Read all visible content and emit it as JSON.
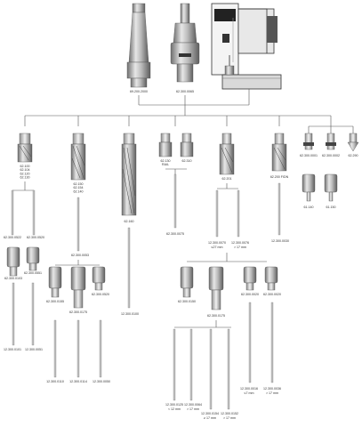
{
  "top": {
    "arbor_label": "69.200.2000",
    "adapter_label": "62.300.0065",
    "machine_label": ""
  },
  "groups": [
    {
      "id": "g1",
      "cutter_label": "62.100\n62.104\n62.120\n62.130",
      "sub_labels": [
        "62.300.0522",
        "62.300.0520"
      ],
      "sub_labels2": [
        "62.300.0103",
        "62.300.0551"
      ],
      "pin_labels": [
        "12.300.0101",
        "12.300.0051"
      ]
    },
    {
      "id": "g2",
      "cutter_label": "62.150\n62.154\n62.140",
      "sub_labels": [
        "62.300.0053"
      ],
      "sub_labels2": [
        "62.300.0155",
        "62.300.0175",
        "62.300.0520"
      ],
      "pin_labels": [
        "12.300.0110",
        "12.300.0114",
        "12.300.0050"
      ]
    },
    {
      "id": "g3",
      "cutter_label": "62.160",
      "pin_labels": [
        "12.300.0100"
      ]
    },
    {
      "id": "g4",
      "cutter_label": "62.130",
      "cutter_label_b": "RAIL",
      "cutter_label_c": "62.310",
      "pin_labels": [
        "62.300.0075"
      ]
    },
    {
      "id": "g5",
      "cutter_label": "62.201",
      "pin_labels": [
        "12.300.0070",
        "12.300.0076"
      ],
      "pin_notes": [
        "≤27 mm",
        "> 17 mm"
      ],
      "sub_labels": [
        "62.300.0150",
        "62.300.0175"
      ],
      "sub_pin_labels": [
        "12.300.0125",
        "12.300.0064",
        "12.300.0154",
        "12.300.0152"
      ],
      "sub_pin_notes": [
        "< 12 mm",
        "> 17 mm",
        "≥ 17 mm",
        "> 17 mm"
      ],
      "sub_labels_b": [
        "62.300.0020",
        "62.300.0020"
      ],
      "sub_pin_labels_b": [
        "12.300.0016",
        "12.300.0036"
      ],
      "sub_pin_notes_b": [
        "≤7 mm",
        "> 17 mm"
      ]
    },
    {
      "id": "g6",
      "cutter_label": "62.200 FIDN",
      "pin_labels": [
        "12.300.0030"
      ]
    },
    {
      "id": "g7",
      "items": [
        {
          "label": "62.300.0001",
          "chuck_label": "61.140"
        },
        {
          "label": "62.300.0002",
          "chuck_label": "61.150"
        },
        {
          "label": "62.290"
        }
      ]
    }
  ]
}
